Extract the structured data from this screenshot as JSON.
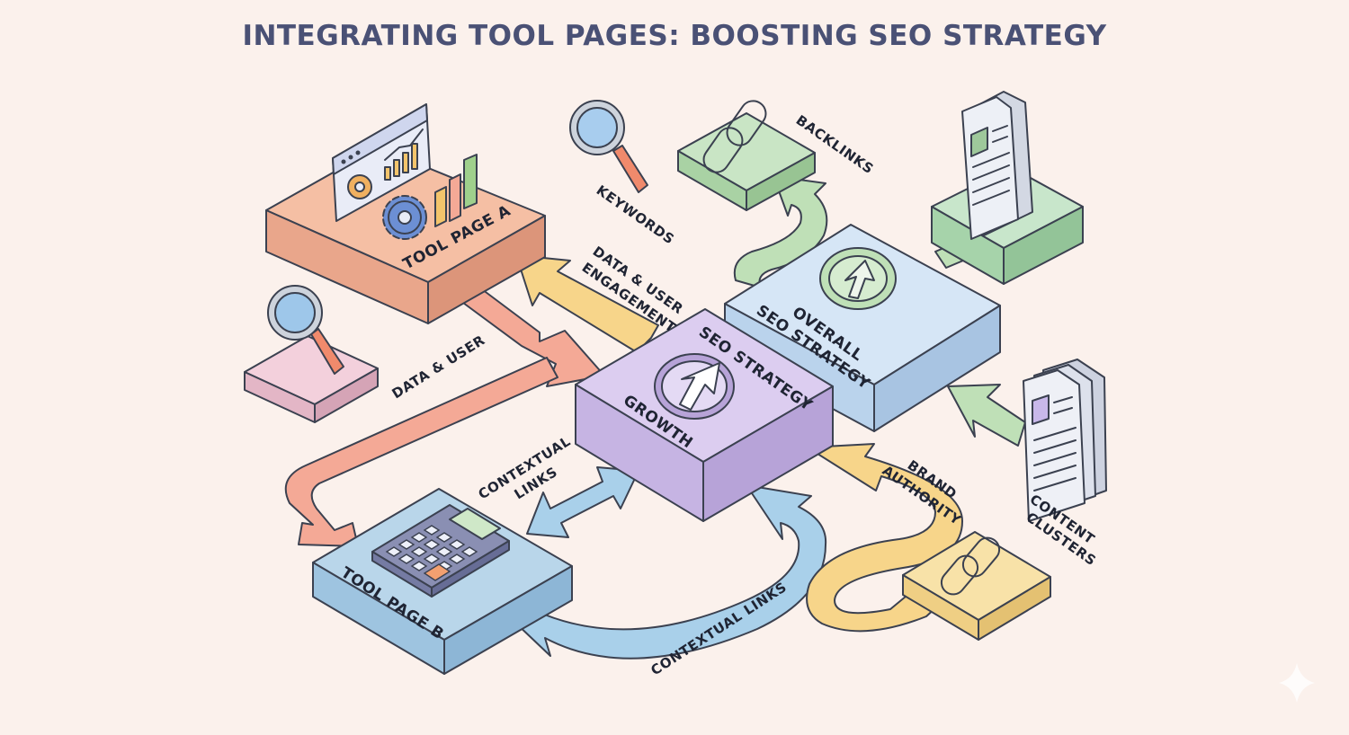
{
  "title": "INTEGRATING TOOL PAGES: BOOSTING SEO STRATEGY",
  "nodes": {
    "tool_page_a": "TOOL PAGE A",
    "tool_page_b": "TOOL PAGE B",
    "seo_strategy": "SEO STRATEGY",
    "growth": "GROWTH",
    "overall_line1": "OVERALL",
    "overall_line2": "SEO STRATEGY"
  },
  "labels": {
    "keywords": "KEYWORDS",
    "backlinks": "BACKLINKS",
    "data_engagement_line1": "DATA & USER",
    "data_engagement_line2": "ENGAGEMENT",
    "data_user": "DATA & USER",
    "contextual_links_line1": "CONTEXTUAL",
    "contextual_links_line2": "LINKS",
    "contextual_links_bottom": "CONTEXTUAL LINKS",
    "brand_authority_line1": "BRAND",
    "brand_authority_line2": "AUTHORITY",
    "content_clusters_line1": "CONTENT",
    "content_clusters_line2": "CLUSTERS"
  },
  "colors": {
    "background": "#fbf1ec",
    "title": "#4a5175",
    "tool_page_a": "#f5bfa4",
    "tool_page_b": "#b9d6ea",
    "seo_strategy": "#dccdf0",
    "overall": "#d6e6f6",
    "backlinks_block": "#c9e5c5",
    "content_block": "#c8e6cb",
    "brand_block": "#f8e2a8",
    "arrow_red": "#f4a996",
    "arrow_yellow": "#f7d58a",
    "arrow_blue": "#a9d0ea",
    "arrow_green": "#bfe0b7"
  }
}
